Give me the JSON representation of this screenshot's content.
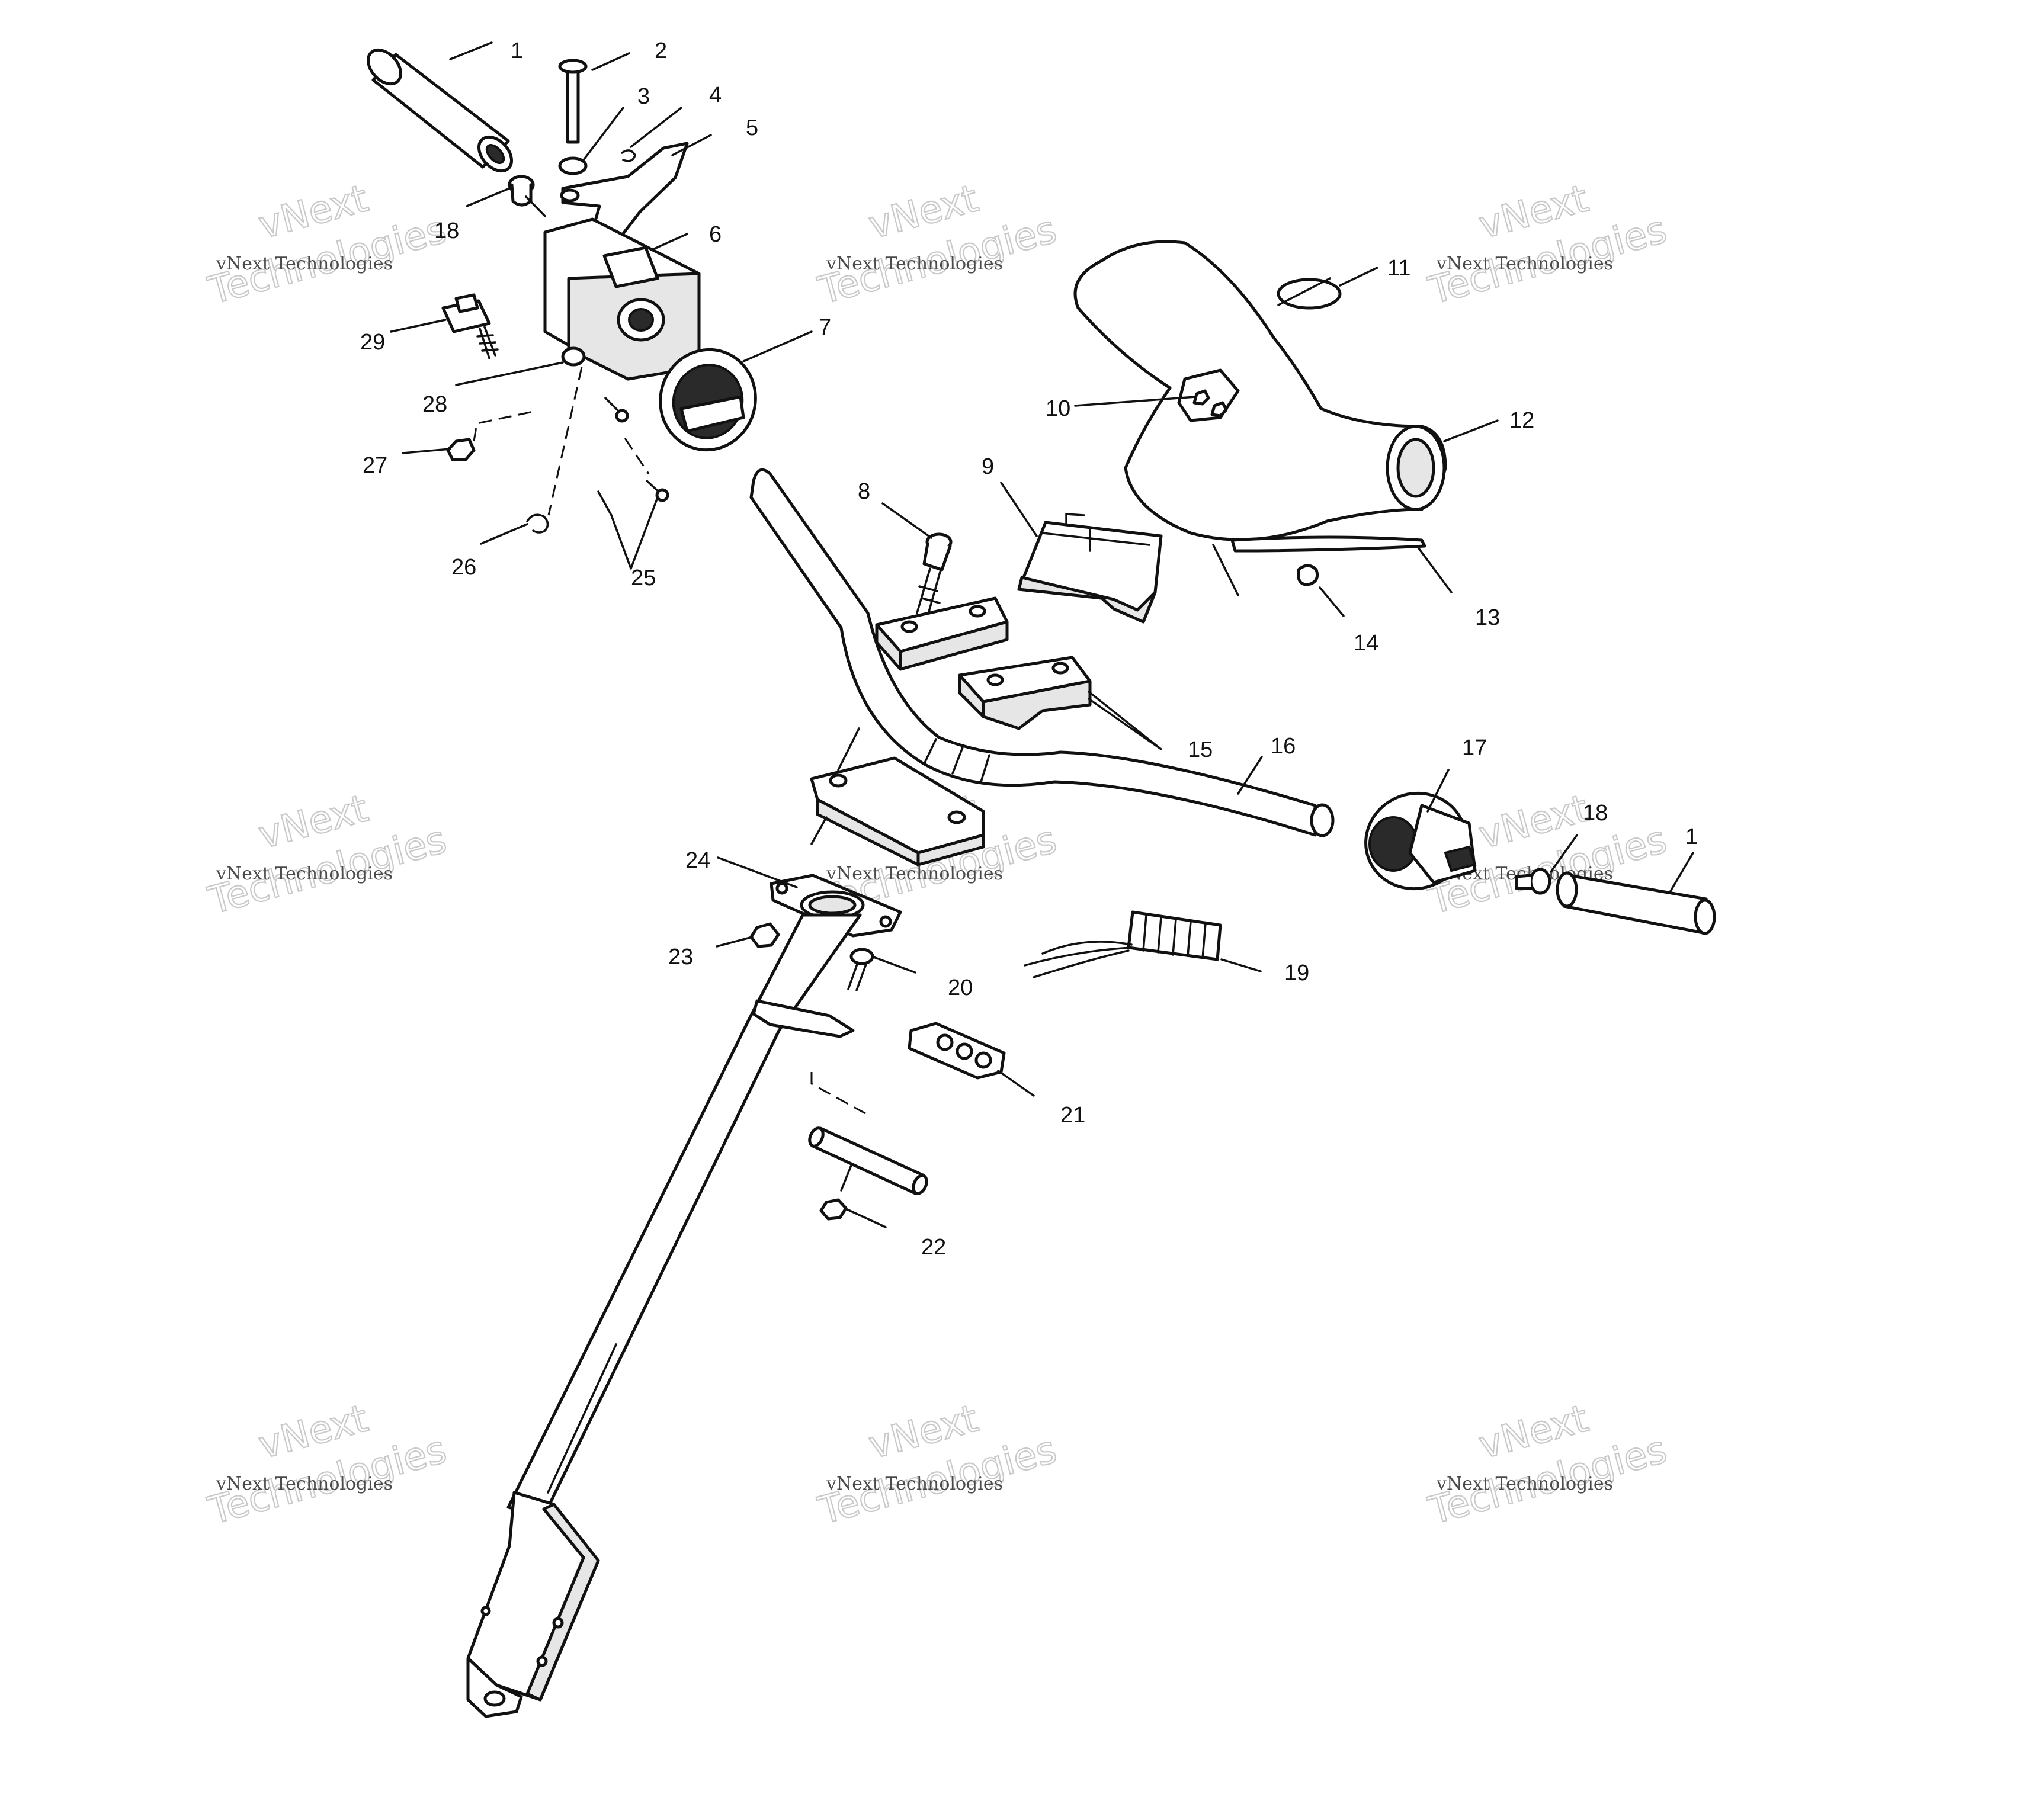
{
  "watermark": {
    "line_brand": "vNext",
    "line_name": "vNext Technologies",
    "line_big": "Technologies"
  },
  "callouts": [
    {
      "id": "c1a",
      "label": "1"
    },
    {
      "id": "c2",
      "label": "2"
    },
    {
      "id": "c3",
      "label": "3"
    },
    {
      "id": "c4",
      "label": "4"
    },
    {
      "id": "c5",
      "label": "5"
    },
    {
      "id": "c18a",
      "label": "18"
    },
    {
      "id": "c6",
      "label": "6"
    },
    {
      "id": "c29",
      "label": "29"
    },
    {
      "id": "c7",
      "label": "7"
    },
    {
      "id": "c28",
      "label": "28"
    },
    {
      "id": "c27",
      "label": "27"
    },
    {
      "id": "c26",
      "label": "26"
    },
    {
      "id": "c25",
      "label": "25"
    },
    {
      "id": "c8",
      "label": "8"
    },
    {
      "id": "c9",
      "label": "9"
    },
    {
      "id": "c10",
      "label": "10"
    },
    {
      "id": "c11",
      "label": "11"
    },
    {
      "id": "c12",
      "label": "12"
    },
    {
      "id": "c13",
      "label": "13"
    },
    {
      "id": "c14",
      "label": "14"
    },
    {
      "id": "c15",
      "label": "15"
    },
    {
      "id": "c16",
      "label": "16"
    },
    {
      "id": "c17",
      "label": "17"
    },
    {
      "id": "c18b",
      "label": "18"
    },
    {
      "id": "c1b",
      "label": "1"
    },
    {
      "id": "c24",
      "label": "24"
    },
    {
      "id": "c23",
      "label": "23"
    },
    {
      "id": "c20",
      "label": "20"
    },
    {
      "id": "c19",
      "label": "19"
    },
    {
      "id": "c21",
      "label": "21"
    },
    {
      "id": "c22",
      "label": "22"
    }
  ]
}
